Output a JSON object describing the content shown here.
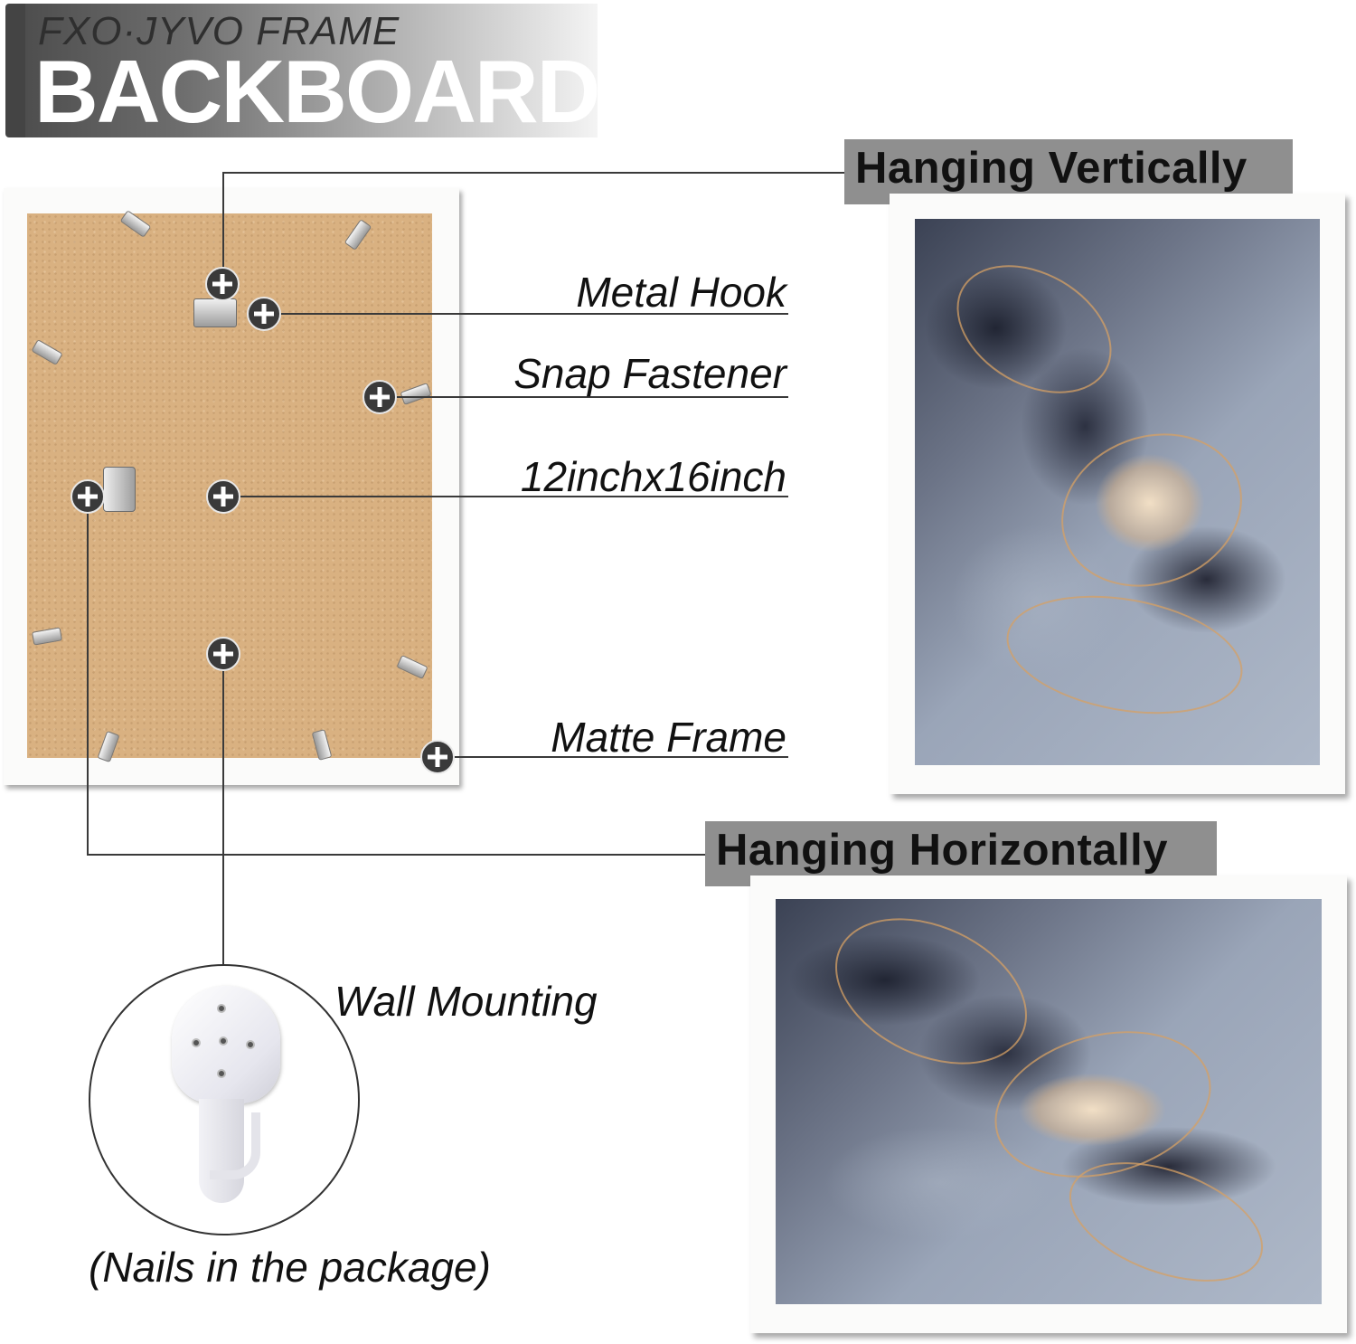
{
  "header": {
    "brand": "FXO·JYVO FRAME",
    "headline": "BACKBOARD"
  },
  "callouts": {
    "metal_hook": "Metal Hook",
    "snap_fastener": "Snap Fastener",
    "size": "12inchx16inch",
    "matte_frame": "Matte Frame",
    "wall_mounting": "Wall Mounting"
  },
  "hanging": {
    "vertical": "Hanging Vertically",
    "horizontal": "Hanging Horizontally"
  },
  "footer_note": "(Nails in the package)",
  "colors": {
    "backboard": "#d9b181",
    "frame": "#fbfbfa",
    "tag_gray": "#8f8f8f",
    "marker": "#3a3a3a"
  }
}
